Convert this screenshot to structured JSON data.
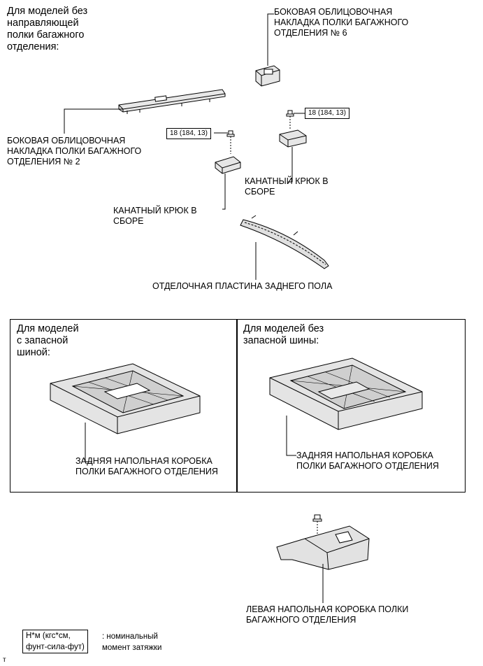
{
  "top_note": "Для моделей без\nнаправляющей\nполки багажного\nотделения:",
  "labels": {
    "side_trim_6": "БОКОВАЯ ОБЛИЦОВОЧНАЯ\nНАКЛАДКА ПОЛКИ БАГАЖНОГО\nОТДЕЛЕНИЯ № 6",
    "side_trim_2": "БОКОВАЯ ОБЛИЦОВОЧНАЯ\nНАКЛАДКА ПОЛКИ БАГАЖНОГО\nОТДЕЛЕНИЯ № 2",
    "rope_hook_right": "КАНАТНЫЙ КРЮК В\nСБОРЕ",
    "rope_hook_left": "КАНАТНЫЙ КРЮК В\nСБОРЕ",
    "floor_plate": "ОТДЕЛОЧНАЯ ПЛАСТИНА ЗАДНЕГО ПОЛА",
    "left_box": "ЛЕВАЯ НАПОЛЬНАЯ КОРОБКА ПОЛКИ\nБАГАЖНОГО ОТДЕЛЕНИЯ"
  },
  "torque_values": {
    "right": "18 (184, 13)",
    "left": "18 (184, 13)"
  },
  "panels": {
    "with_spare": {
      "heading": "Для моделей\nс запасной\nшиной:",
      "label": "ЗАДНЯЯ НАПОЛЬНАЯ КОРОБКА\nПОЛКИ БАГАЖНОГО ОТДЕЛЕНИЯ"
    },
    "without_spare": {
      "heading": "Для моделей без\nзапасной шины:",
      "label": "ЗАДНЯЯ НАПОЛЬНАЯ КОРОБКА\nПОЛКИ БАГАЖНОГО ОТДЕЛЕНИЯ"
    }
  },
  "legend": {
    "units": "Н*м (кгс*см,\nфунт-сила-фут)",
    "meaning": ": номинальный\nмомент затяжки"
  },
  "corner_mark": "т"
}
